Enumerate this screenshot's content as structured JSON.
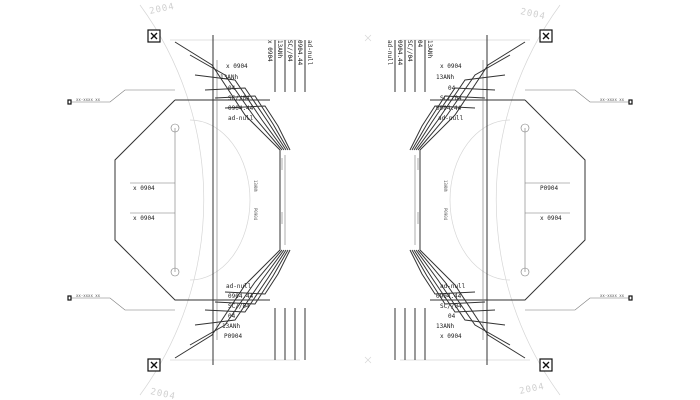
{
  "colors": {
    "background": "#ffffff",
    "trace": "#333333",
    "ghost": "#d6d6d6",
    "marker": "#111111"
  },
  "icons": [
    "close-x-icon"
  ],
  "labels": {
    "code_x0904": "x 0904",
    "code_13anh": "13ANh",
    "code_04": "04",
    "code_sc04": "SC//04",
    "code_0904_44": "0904.44",
    "code_ad_null": "ad-null",
    "code_p0904": "P0904",
    "ring_text": "2004"
  }
}
